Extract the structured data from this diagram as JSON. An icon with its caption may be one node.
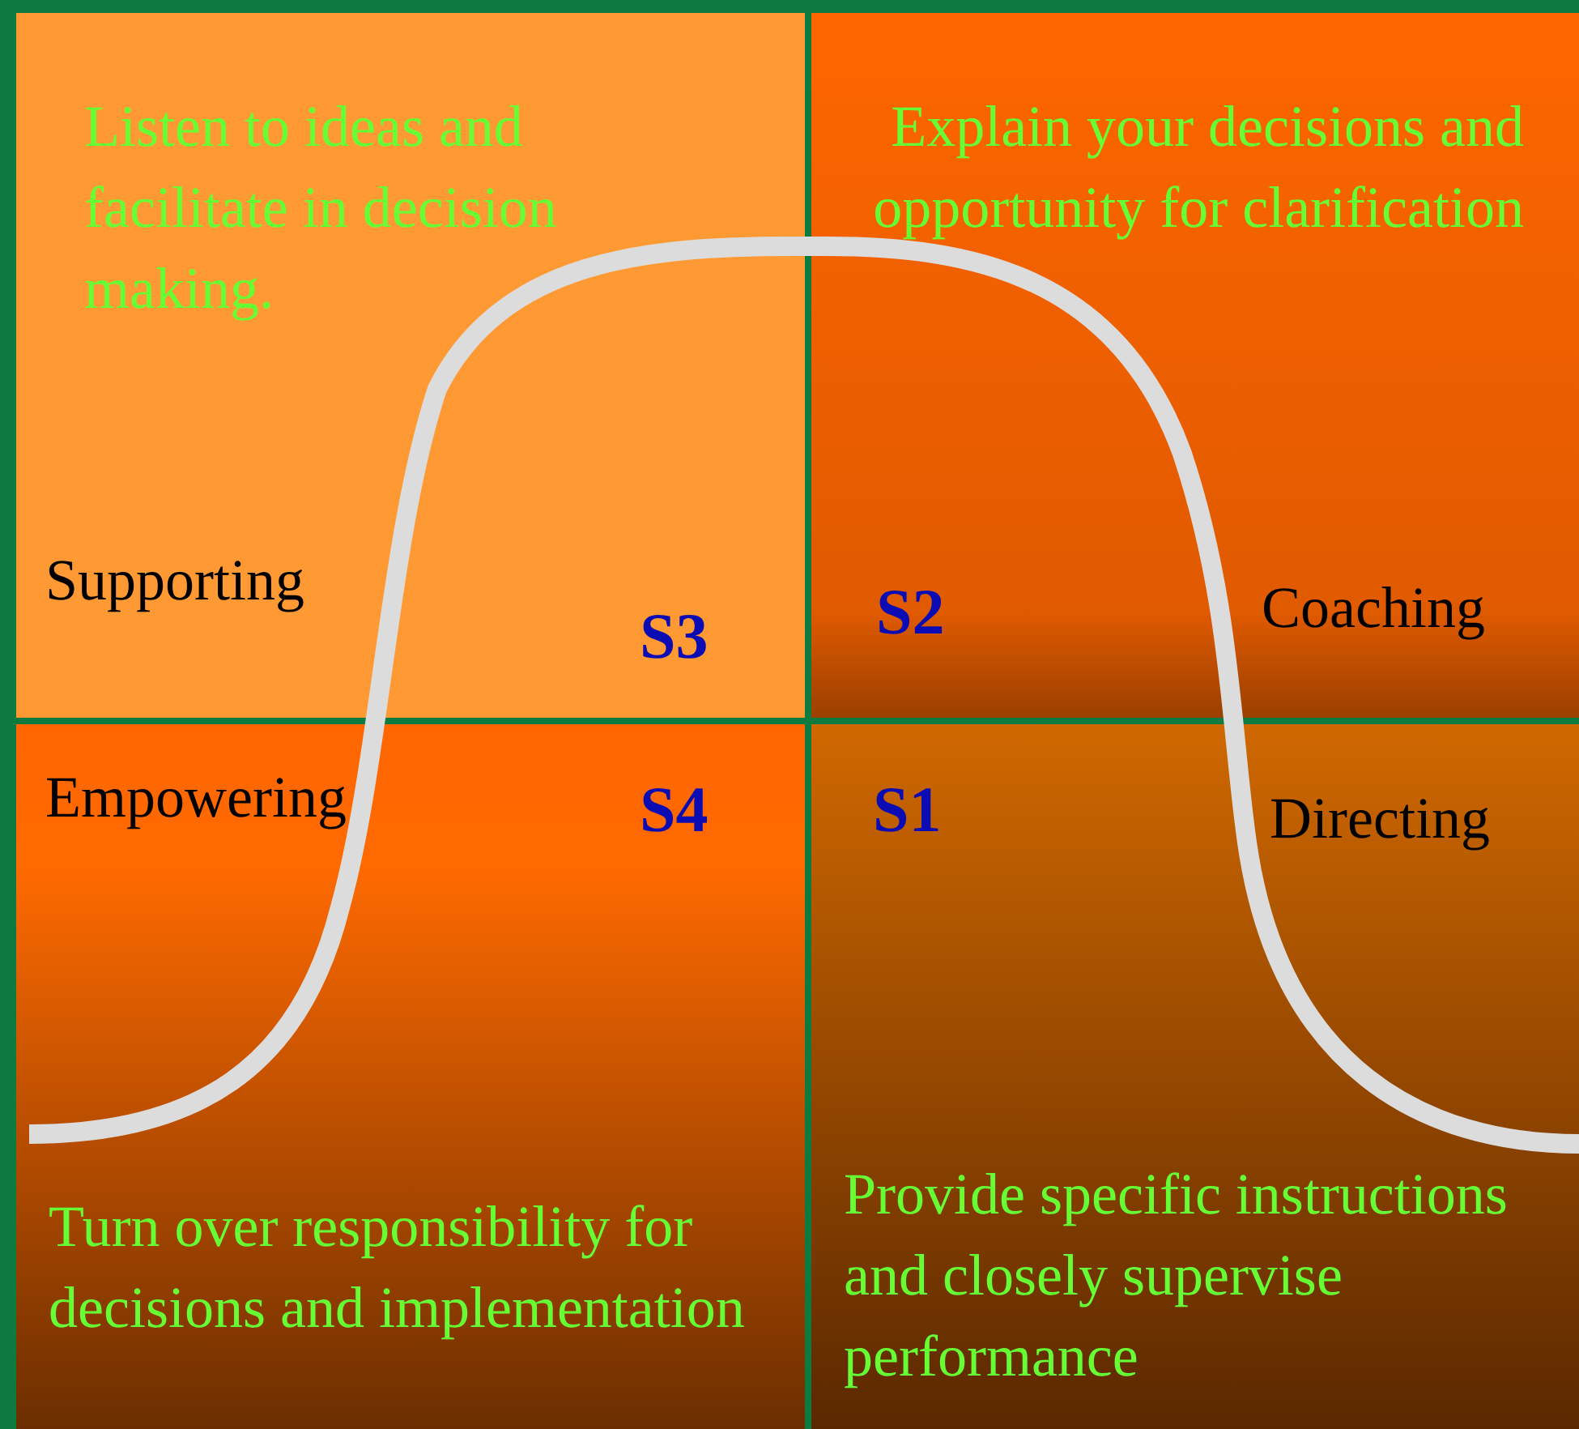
{
  "diagram": {
    "nodes": [
      {
        "text": [
          "Listen to ideas and facilitate in decision making.",
          "Supporting",
          "S3"
        ]
      },
      {
        "text": [
          "Explain your decisions and opportunity for clarification",
          "S2",
          "Coaching"
        ]
      },
      {
        "text": [
          "Empowering",
          "S4",
          "Turn over responsibility for decisions and implementation"
        ]
      },
      {
        "text": [
          "S1",
          "Directing",
          "Provide specific instructions and closely supervise performance"
        ]
      }
    ]
  }
}
